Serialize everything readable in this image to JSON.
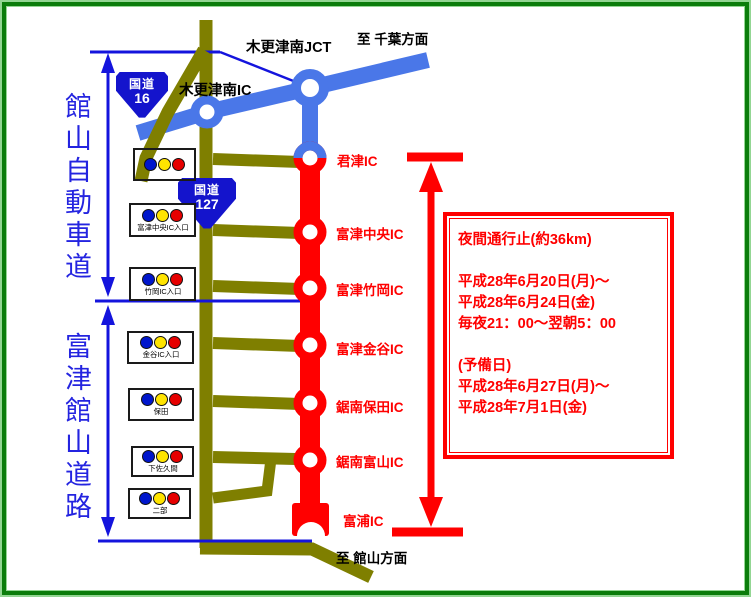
{
  "directions": {
    "to_chiba": "至 千葉方面",
    "to_tateyama": "至 館山方面"
  },
  "junctions": {
    "kisarazu_minami_jct": "木更津南JCT",
    "kisarazu_minami_ic": "木更津南IC"
  },
  "roads": {
    "tateyama_expressway": "館山自動車道",
    "futtsu_tateyama_road": "富津館山道路"
  },
  "route_shields": [
    {
      "prefix": "国道",
      "number": "16"
    },
    {
      "prefix": "国道",
      "number": "127"
    }
  ],
  "ics": [
    {
      "label": "君津IC"
    },
    {
      "label": "富津中央IC"
    },
    {
      "label": "富津竹岡IC"
    },
    {
      "label": "富津金谷IC"
    },
    {
      "label": "鋸南保田IC"
    },
    {
      "label": "鋸南富山IC"
    },
    {
      "label": "富浦IC"
    }
  ],
  "signals": [
    {
      "label": ""
    },
    {
      "label": "富津中央IC入口"
    },
    {
      "label": "竹岡IC入口"
    },
    {
      "label": "金谷IC入口"
    },
    {
      "label": "保田"
    },
    {
      "label": "下佐久間"
    },
    {
      "label": "二部"
    }
  ],
  "notice": {
    "lines": [
      "夜間通行止(約36km)",
      "平成28年6月20日(月)～",
      "平成28年6月24日(金)",
      "毎夜21：00～翌朝5：00",
      "(予備日)",
      "平成28年6月27日(月)～",
      "平成28年7月1日(金)"
    ]
  },
  "icons": {
    "traffic_signal": "traffic-signal-icon",
    "route_shield": "route-shield-icon",
    "tunnel_portal": "tunnel-portal-icon",
    "closure_extent_arrow": "closure-extent-arrow",
    "expressway_extent_arrow": "expressway-extent-arrow"
  },
  "colors": {
    "frame_green": "#0b7d0b",
    "closed_section_red": "#ff0000",
    "expressway_blue": "#4a77e8",
    "national_route_olive": "#7f7f00",
    "annotation_blue": "#1414dd",
    "shield_blue": "#1414cc",
    "signal_blue": "#0016cc",
    "signal_yellow": "#ffe400",
    "signal_red": "#e60000"
  }
}
